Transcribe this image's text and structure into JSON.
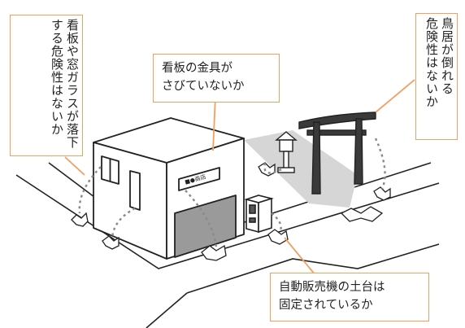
{
  "callouts": {
    "sign_window": {
      "lines": [
        "看板や窓ガラスが落下",
        "する危険性はないか"
      ]
    },
    "sign_fittings": {
      "lines": [
        "看板の金具が",
        "さびていないか"
      ]
    },
    "torii": {
      "lines": [
        "鳥居が倒れる",
        "危険性はないか"
      ]
    },
    "vending_base": {
      "lines": [
        "自動販売機の土台は",
        "固定されているか"
      ]
    }
  },
  "illustration": {
    "shop_sign_text": "■●商店"
  },
  "colors": {
    "callout_border": "#f0a060",
    "leader_line": "#f0a060",
    "outline": "#222222",
    "shadow": "#d6d6d6",
    "shutter": "#999999",
    "torii_fill": "#3a3a3a",
    "debris_path": "#8a8a8a"
  }
}
